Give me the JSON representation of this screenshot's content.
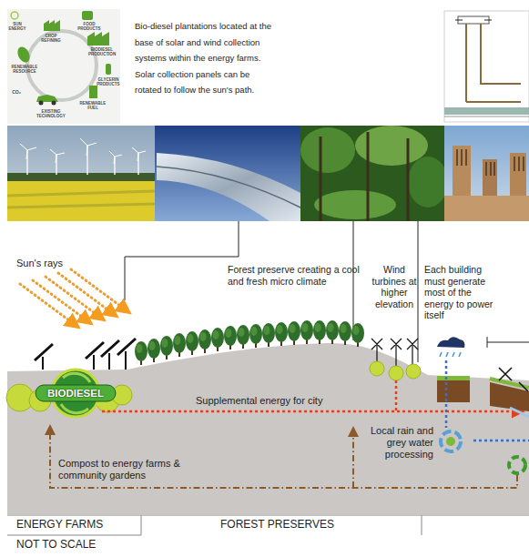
{
  "diagram": {
    "nodes": [
      {
        "text": [
          "BIODIESEL"
        ]
      }
    ],
    "labels": [
      "SUN ENERGY",
      "CROP REFINING",
      "FOOD PRODUCTS",
      "BIODIESEL PRODUCTION",
      "GLYCERIN PRODUCTS",
      "RENEWABLE FUEL",
      "EXISTING TECHNOLOGY",
      "CO₂",
      "RENEWABLE RESOURCE",
      "Bio-diesel plantations located at the base of solar and wind collection systems within the energy farms. Solar collection panels can be rotated to follow the sun's path.",
      "Sun's rays",
      "Forest preserve creating a cool and fresh micro climate",
      "Wind turbines at higher elevation",
      "Each building must generate most of the energy to power itself",
      "Supplemental energy for city",
      "Local rain and grey water processing",
      "Compost to energy farms & community gardens",
      "ENERGY FARMS",
      "FOREST PRESERVES",
      "NOT TO SCALE"
    ]
  }
}
